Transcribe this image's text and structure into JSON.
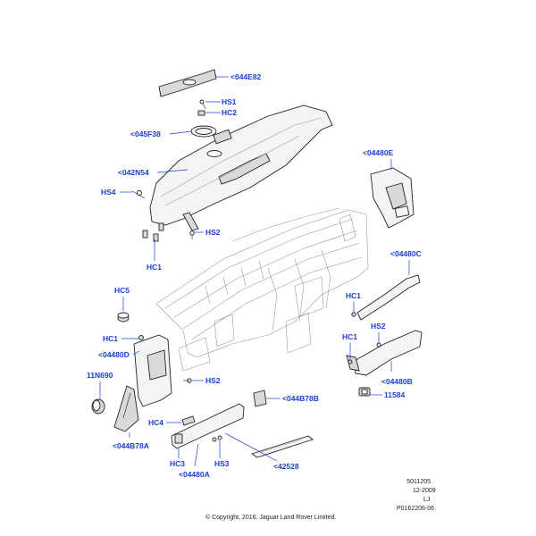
{
  "labels": {
    "l044E82": "<044E82",
    "HS1": "HS1",
    "HC2": "HC2",
    "l045F38": "<045F38",
    "l042N54": "<042N54",
    "HS4": "HS4",
    "HS2a": "HS2",
    "HC1a": "HC1",
    "l04480E": "<04480E",
    "l04480C": "<04480C",
    "HC1b": "HC1",
    "HS2b": "HS2",
    "HC1c": "HC1",
    "l04480B": "<04480B",
    "n11584": "11584",
    "HC5": "HC5",
    "HC1d": "HC1",
    "l04480D": "<04480D",
    "n11N690": "11N690",
    "HS2c": "HS2",
    "l044B78B": "<044B78B",
    "HC4": "HC4",
    "l044B78A": "<044B78A",
    "HC3": "HC3",
    "l04480A": "<04480A",
    "HS3": "HS3",
    "l42528": "<42528"
  },
  "meta": {
    "code1": "5011205",
    "code2": "12-2009",
    "code3": "LJ",
    "code4": "P0162206-06",
    "copyright": "© Copyright, 2016. Jaguar Land Rover Limited."
  },
  "colors": {
    "label": "#1a3fd6",
    "line": "#222222",
    "ghost": "#9a9a9a"
  }
}
